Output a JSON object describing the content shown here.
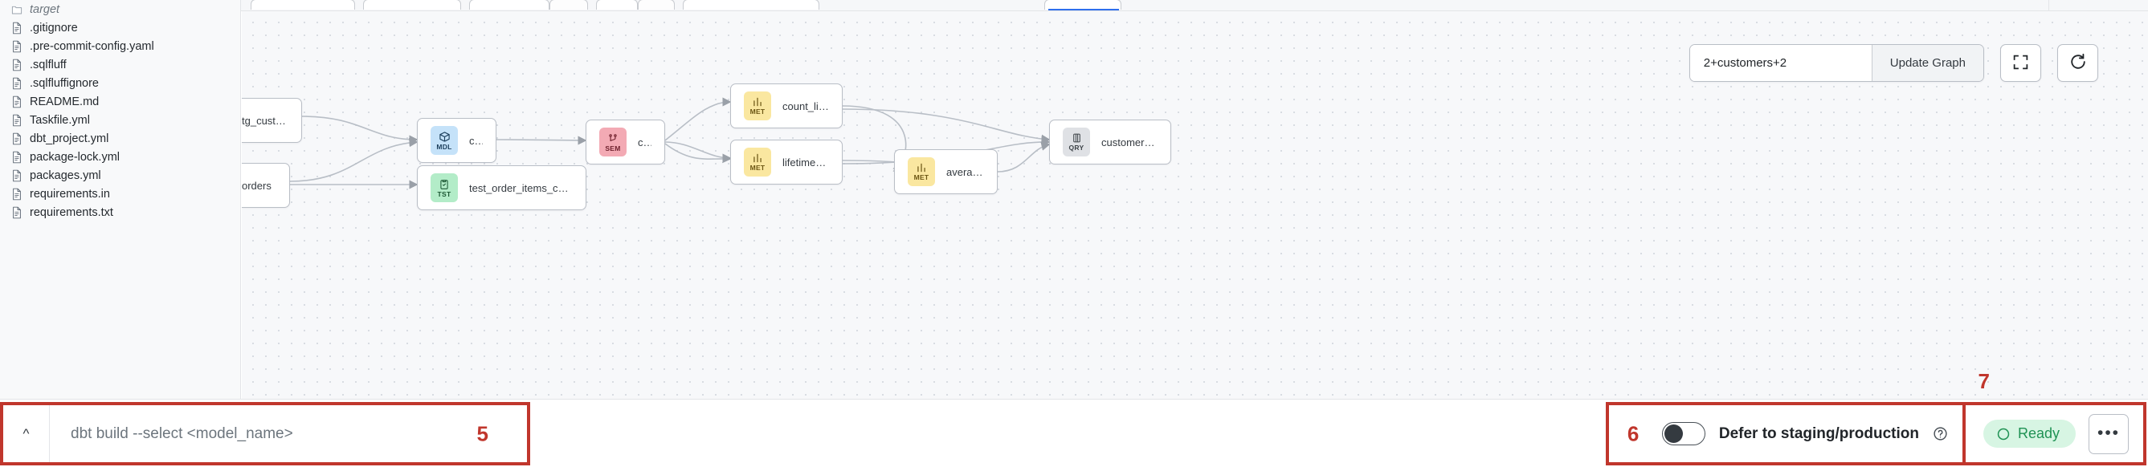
{
  "sidebar": {
    "files": [
      {
        "label": "target",
        "type": "folder"
      },
      {
        "label": ".gitignore",
        "type": "file"
      },
      {
        "label": ".pre-commit-config.yaml",
        "type": "file"
      },
      {
        "label": ".sqlfluff",
        "type": "file"
      },
      {
        "label": ".sqlfluffignore",
        "type": "file"
      },
      {
        "label": "README.md",
        "type": "file"
      },
      {
        "label": "Taskfile.yml",
        "type": "file"
      },
      {
        "label": "dbt_project.yml",
        "type": "file"
      },
      {
        "label": "package-lock.yml",
        "type": "file"
      },
      {
        "label": "packages.yml",
        "type": "file"
      },
      {
        "label": "requirements.in",
        "type": "file"
      },
      {
        "label": "requirements.txt",
        "type": "file"
      }
    ]
  },
  "graph": {
    "toolbar": {
      "selector_value": "2+customers+2",
      "selector_placeholder": "2+customers+2",
      "update_label": "Update Graph",
      "fullscreen_icon": "fullscreen-icon",
      "refresh_icon": "refresh-icon"
    },
    "node_types": {
      "MDL": {
        "code": "MDL",
        "bg": "#c5e2f9",
        "fg": "#1c3f5c"
      },
      "SEM": {
        "code": "SEM",
        "bg": "#f3aab4",
        "fg": "#6d1f2b"
      },
      "TST": {
        "code": "TST",
        "bg": "#b3ecc8",
        "fg": "#1b5733"
      },
      "MET": {
        "code": "MET",
        "bg": "#fae7a0",
        "fg": "#6b5513"
      },
      "QRY": {
        "code": "QRY",
        "bg": "#dfe1e5",
        "fg": "#3d4348"
      }
    },
    "nodes": [
      {
        "id": "stg_customers",
        "label": "tg_customers",
        "type": "",
        "clipped": true
      },
      {
        "id": "stg_orders",
        "label": "orders",
        "type": "",
        "clipped": true
      },
      {
        "id": "customers_mdl",
        "label": "customers",
        "type": "MDL"
      },
      {
        "id": "test_order_items",
        "label": "test_order_items_compute_to_bools…",
        "type": "TST"
      },
      {
        "id": "customers_sem",
        "label": "customers",
        "type": "SEM"
      },
      {
        "id": "count_lifetime_orders",
        "label": "count_lifetime_orders",
        "type": "MET"
      },
      {
        "id": "lifetime_spend_pretax",
        "label": "lifetime_spend_pretax",
        "type": "MET"
      },
      {
        "id": "average_order_value",
        "label": "average_order_value",
        "type": "MET"
      },
      {
        "id": "customer_order_metrics",
        "label": "customer_order_metrics",
        "type": "QRY"
      }
    ]
  },
  "statusbar": {
    "command_placeholder": "dbt build --select <model_name>",
    "command_value": "",
    "chevron_icon": "chevron-up-icon",
    "defer_label": "Defer to staging/production",
    "defer_help_icon": "help-circle-icon",
    "defer_enabled": "off",
    "status_label": "Ready",
    "status_icon": "circle-icon",
    "more_label": "•••"
  },
  "annotations": {
    "five": "5",
    "six": "6",
    "seven": "7",
    "color": "#c0362c"
  }
}
